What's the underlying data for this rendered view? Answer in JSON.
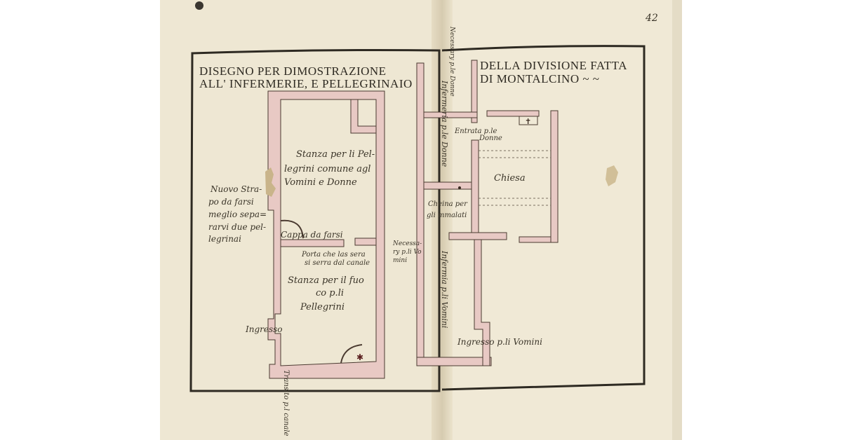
{
  "manuscript": {
    "title_left": [
      "DISEGNO PER DIMOSTRAZIONE",
      "ALL' INFERMERIE, E PELLEGRINAIO"
    ],
    "title_right": [
      "DELLA DIVISIONE FATTA",
      "DI MONTALCINO ~ ~"
    ],
    "page_number": "42",
    "labels": {
      "stanza_pellegrini": [
        "Stanza per li Pel-",
        "legrini comune agl",
        "Vomini e Donne"
      ],
      "nuovo_strappo": [
        "Nuovo Stra-",
        "po da farsi",
        "meglio sepa=",
        "rarvi due pel-",
        "legrinai"
      ],
      "cappa": "Cappa da farsi",
      "porta": [
        "Porta che las sera",
        "si serra dal canale"
      ],
      "stanza_fuoco": [
        "Stanza per il fuo",
        "co p.li",
        "Pellegrini"
      ],
      "ingresso": "Ingresso",
      "transito": "Transito p.l canale",
      "necessario_donne": "Necessary p.le Donne",
      "necessario_uomini": [
        "Necessa-",
        "ry p.li Vo",
        "mini"
      ],
      "infermeria_donne": "Infermeria p.le Donne",
      "infermeria_uomini": "Infermia p.li Vomini",
      "entrata_donne": [
        "Entrata p.le",
        "Donne"
      ],
      "chiesa": "Chiesa",
      "cucina": [
        "Cheina per",
        "gli mmalati"
      ],
      "ingresso_uomini": "Ingresso p.li Vomini"
    }
  },
  "colors": {
    "paper": "#efe8d4",
    "wall": "#e8c9c4",
    "ink": "#2e2a22"
  }
}
